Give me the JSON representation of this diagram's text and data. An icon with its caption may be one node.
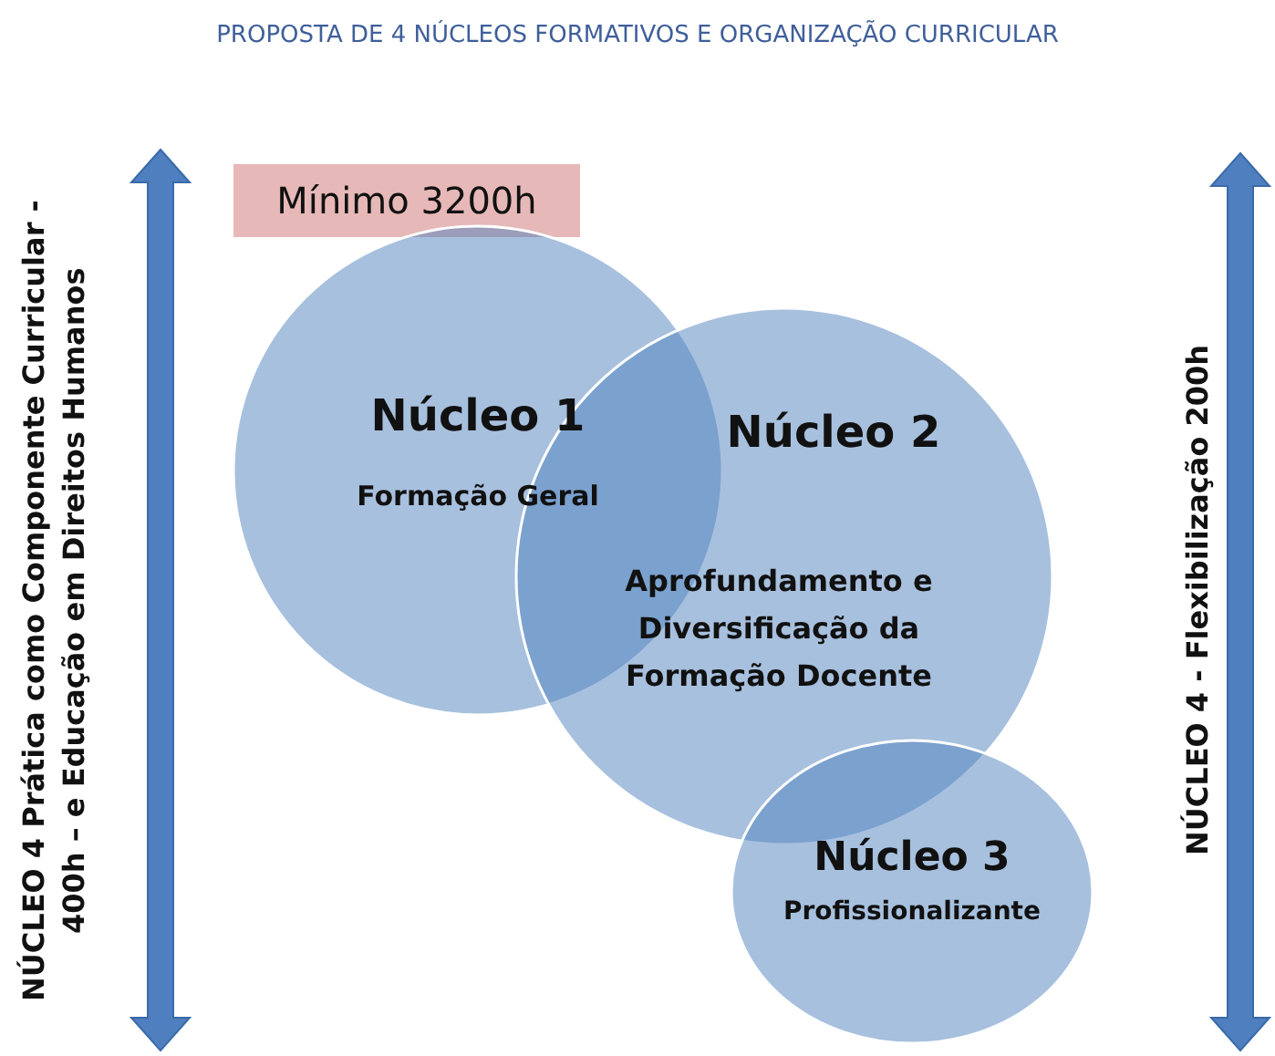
{
  "diagram": {
    "title": "PROPOSTA DE 4 NÚCLEOS FORMATIVOS E ORGANIZAÇÃO CURRICULAR",
    "nodes": [
      {
        "text": [
          "Mínimo 3200h"
        ]
      },
      {
        "text": [
          "Núcleo 1",
          "Formação Geral"
        ]
      },
      {
        "text": [
          "Núcleo 2",
          "Aprofundamento e Diversificação da Formação Docente"
        ]
      },
      {
        "text": [
          "Núcleo 3",
          "Profissionalizante"
        ]
      }
    ],
    "labels": [
      "NÚCLEO 4 Prática como Componente Curricular - 400h – e Educação em Direitos Humanos",
      "NÚCLEO 4 - Flexibilização 200h"
    ]
  }
}
